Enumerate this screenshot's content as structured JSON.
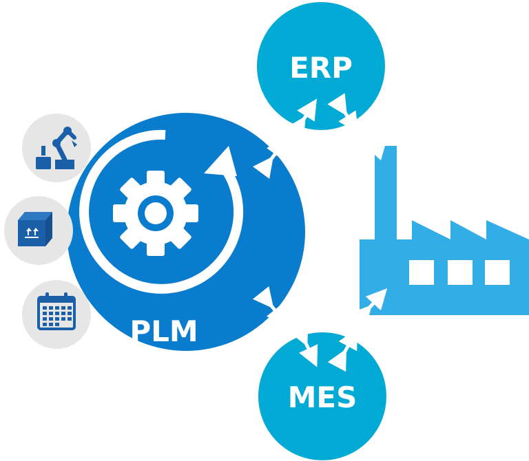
{
  "diagram": {
    "plm": {
      "label": "PLM",
      "color": "#0a7ccd"
    },
    "erp": {
      "label": "ERP",
      "color": "#00aad4"
    },
    "mes": {
      "label": "MES",
      "color": "#00aad4"
    },
    "factory": {
      "icon": "factory-icon",
      "color": "#32ade6"
    },
    "side_icons": [
      {
        "icon": "robot-arm-icon"
      },
      {
        "icon": "package-box-icon"
      },
      {
        "icon": "calendar-icon"
      }
    ],
    "colors": {
      "icon_circle": "#e6e6e6",
      "icon_blue": "#1b5fa8",
      "arrow_white": "#ffffff",
      "plm_blue": "#0a7ccd",
      "teal": "#00aad4",
      "factory_blue": "#32ade6"
    }
  }
}
